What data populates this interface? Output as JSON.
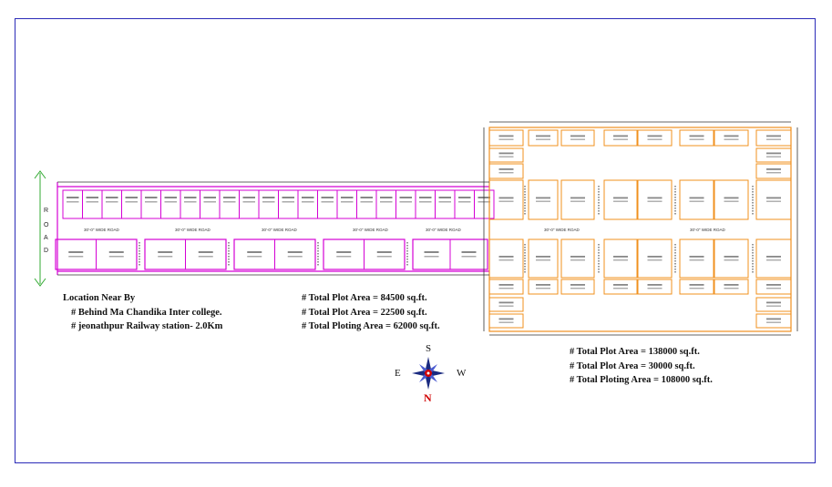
{
  "road_label": [
    "R",
    "O",
    "A",
    "D"
  ],
  "road_width_label": "30'-0\" WIDE ROAD",
  "location": {
    "title": "Location Near By",
    "lines": [
      "# Behind Ma Chandika Inter college.",
      "# jeonathpur Railway station- 2.0Km"
    ]
  },
  "left_totals": [
    "# Total Plot Area  = 84500 sq.ft.",
    "# Total Plot Area  = 22500 sq.ft.",
    "# Total Ploting Area  = 62000 sq.ft."
  ],
  "right_totals": [
    "# Total Plot Area  = 138000 sq.ft.",
    "# Total Plot Area  = 30000 sq.ft.",
    "# Total Ploting Area  = 108000 sq.ft."
  ],
  "compass": {
    "top": "S",
    "left": "E",
    "right": "W",
    "bottom": "N"
  },
  "colors": {
    "border": "#2b2bb8",
    "left_plots": "#d400d4",
    "right_plots": "#f0901e",
    "road_mark": "#33aa33"
  }
}
